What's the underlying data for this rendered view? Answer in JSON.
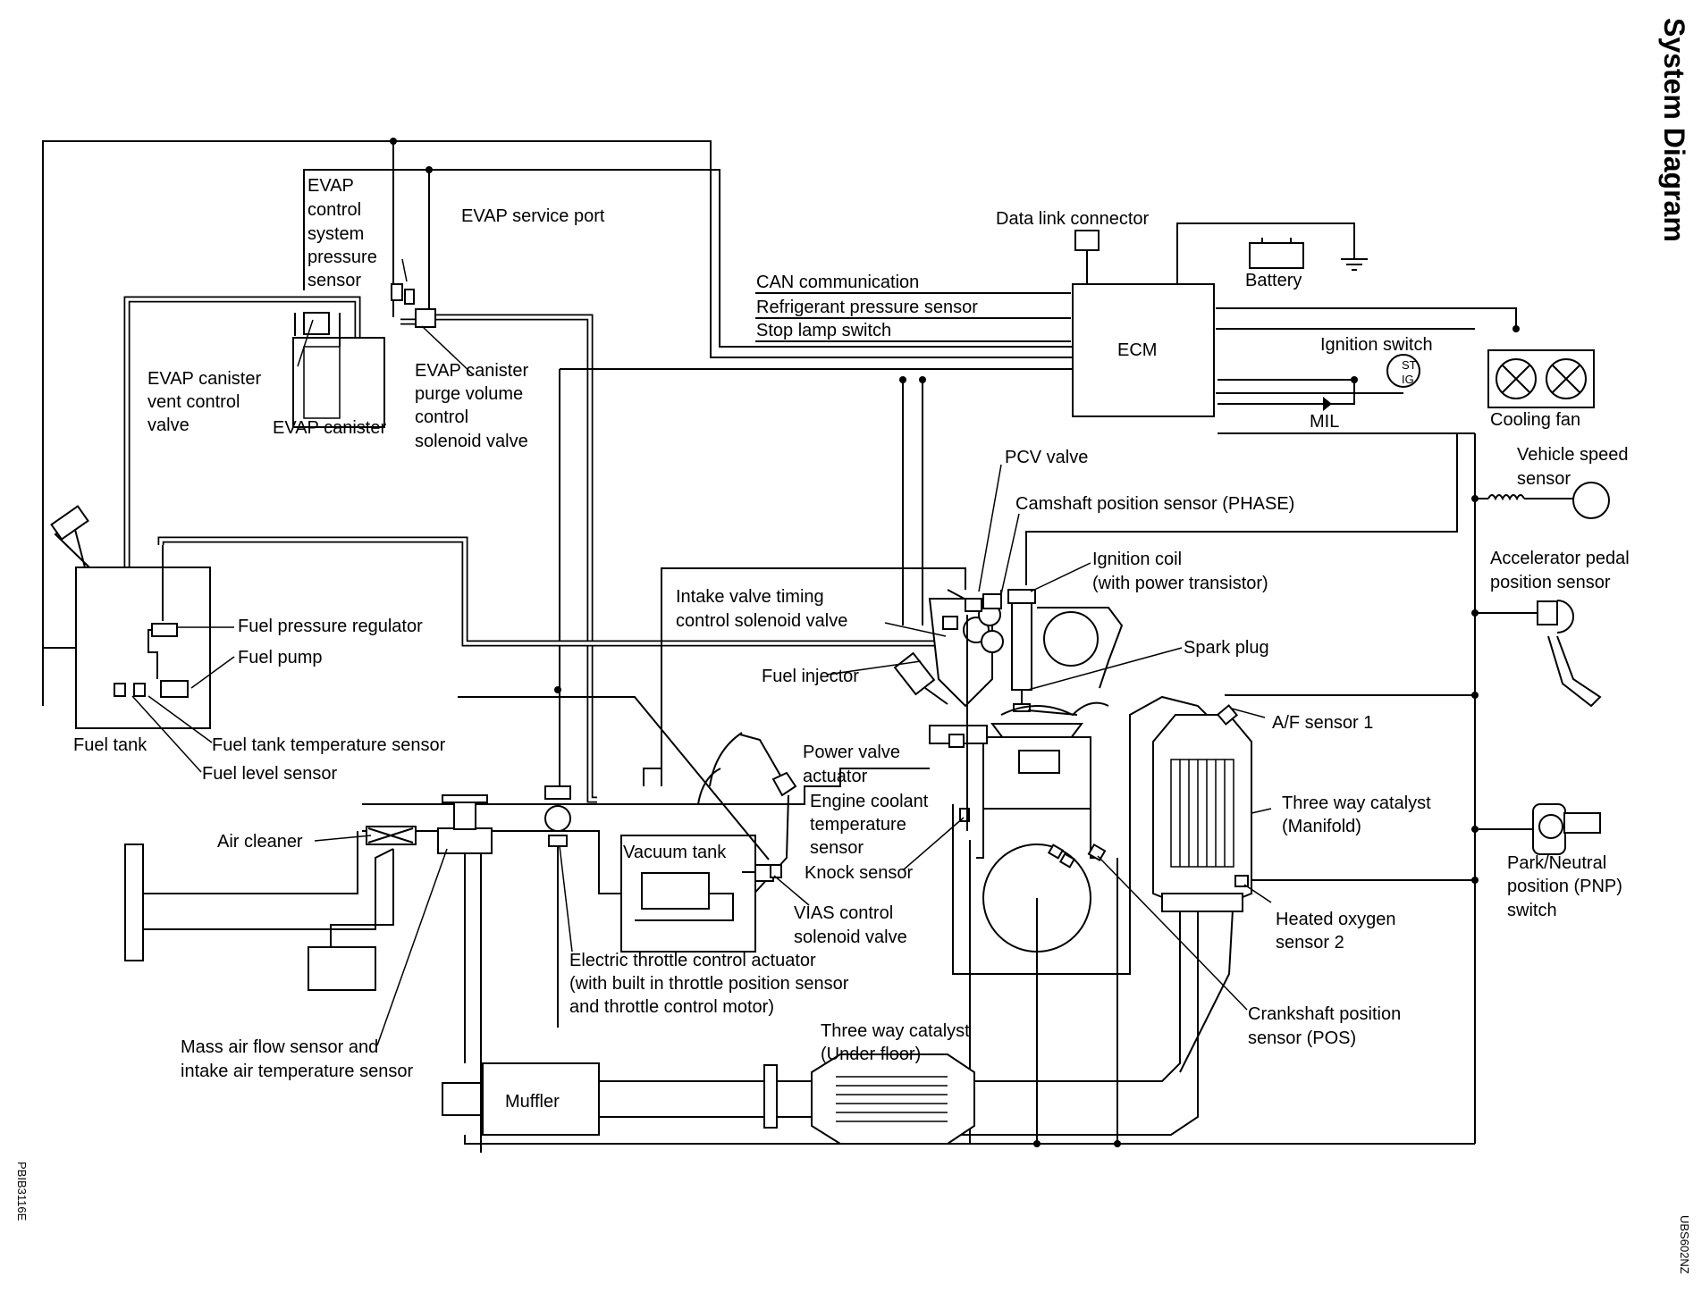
{
  "title": "System Diagram",
  "image_code_left": "PBIB3116E",
  "image_code_right": "UBS602NZ",
  "labels": {
    "evap_pressure_sensor": [
      "EVAP",
      "control",
      "system",
      "pressure",
      "sensor"
    ],
    "evap_service_port": "EVAP service port",
    "evap_vent_valve": [
      "EVAP canister",
      "vent control",
      "valve"
    ],
    "evap_canister": "EVAP canister",
    "evap_purge_valve": [
      "EVAP canister",
      "purge volume",
      "control",
      "solenoid valve"
    ],
    "data_link_connector": "Data link connector",
    "battery": "Battery",
    "can_communication": "CAN communication",
    "refrigerant_pressure_sensor": "Refrigerant pressure sensor",
    "stop_lamp_switch": "Stop lamp switch",
    "ecm": "ECM",
    "ignition_switch": "Ignition switch",
    "ignition_st": "ST",
    "ignition_ig": "IG",
    "mil": "MIL",
    "cooling_fan": "Cooling fan",
    "pcv_valve": "PCV valve",
    "vehicle_speed_sensor": [
      "Vehicle speed",
      "sensor"
    ],
    "camshaft_sensor": "Camshaft position sensor (PHASE)",
    "ignition_coil": [
      "Ignition coil",
      "(with power transistor)"
    ],
    "accelerator_sensor": [
      "Accelerator pedal",
      "position sensor"
    ],
    "intake_valve_timing": [
      "Intake valve timing",
      "control solenoid valve"
    ],
    "fuel_pressure_regulator": "Fuel pressure regulator",
    "fuel_pump": "Fuel pump",
    "spark_plug": "Spark plug",
    "fuel_injector": "Fuel injector",
    "af_sensor": "A/F sensor 1",
    "fuel_tank": "Fuel tank",
    "fuel_tank_temp": "Fuel tank temperature sensor",
    "fuel_level": "Fuel level sensor",
    "power_valve_actuator": [
      "Power valve",
      "actuator"
    ],
    "engine_coolant_temp": [
      "Engine coolant",
      "temperature",
      "sensor"
    ],
    "three_way_catalyst_manifold": [
      "Three way catalyst",
      "(Manifold)"
    ],
    "air_cleaner": "Air cleaner",
    "vacuum_tank": "Vacuum tank",
    "knock_sensor": "Knock sensor",
    "park_neutral": [
      "Park/Neutral",
      "position (PNP)",
      "switch"
    ],
    "vias_valve": [
      "VIAS control",
      "solenoid valve"
    ],
    "heated_o2": [
      "Heated oxygen",
      "sensor 2"
    ],
    "throttle_actuator": [
      "Electric throttle control actuator",
      "(with built in throttle position sensor",
      "and throttle control motor)"
    ],
    "crankshaft_sensor": [
      "Crankshaft position",
      "sensor (POS)"
    ],
    "maf_sensor": [
      "Mass air flow sensor and",
      "intake air temperature sensor"
    ],
    "three_way_catalyst_underfloor": [
      "Three way catalyst",
      "(Under floor)"
    ],
    "muffler": "Muffler"
  }
}
